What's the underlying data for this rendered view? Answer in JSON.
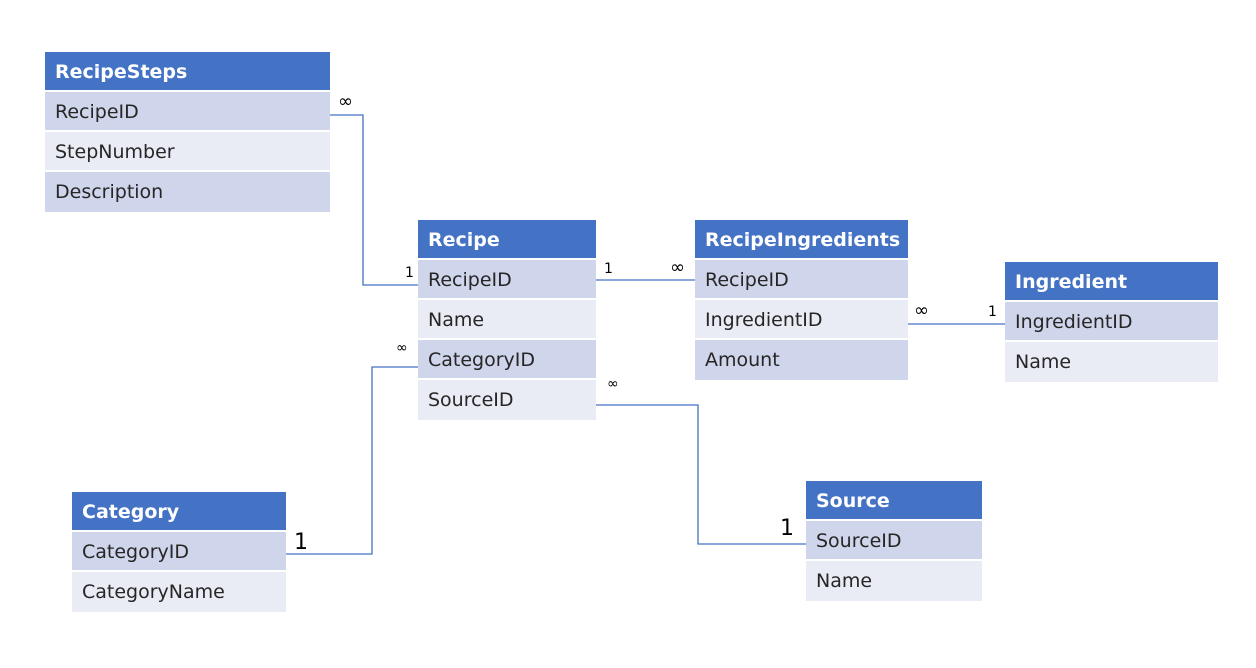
{
  "tables": {
    "recipe_steps": {
      "title": "RecipeSteps",
      "fields": [
        "RecipeID",
        "StepNumber",
        "Description"
      ]
    },
    "recipe": {
      "title": "Recipe",
      "fields": [
        "RecipeID",
        "Name",
        "CategoryID",
        "SourceID"
      ]
    },
    "recipe_ingredients": {
      "title": "RecipeIngredients",
      "fields": [
        "RecipeID",
        "IngredientID",
        "Amount"
      ]
    },
    "ingredient": {
      "title": "Ingredient",
      "fields": [
        "IngredientID",
        "Name"
      ]
    },
    "category": {
      "title": "Category",
      "fields": [
        "CategoryID",
        "CategoryName"
      ]
    },
    "source": {
      "title": "Source",
      "fields": [
        "SourceID",
        "Name"
      ]
    }
  },
  "relationships": {
    "steps_recipe": {
      "many": "∞",
      "one": "1"
    },
    "recipe_ingredients": {
      "one": "1",
      "many": "∞"
    },
    "ingredients_ingredient": {
      "many": "∞",
      "one": "1"
    },
    "recipe_category": {
      "many": "∞",
      "one": "1"
    },
    "recipe_source": {
      "many": "∞",
      "one": "1"
    }
  },
  "colors": {
    "header": "#4472c4",
    "row_dark": "#cfd5ea",
    "row_light": "#e9ebf5",
    "connector": "#4472c4"
  }
}
